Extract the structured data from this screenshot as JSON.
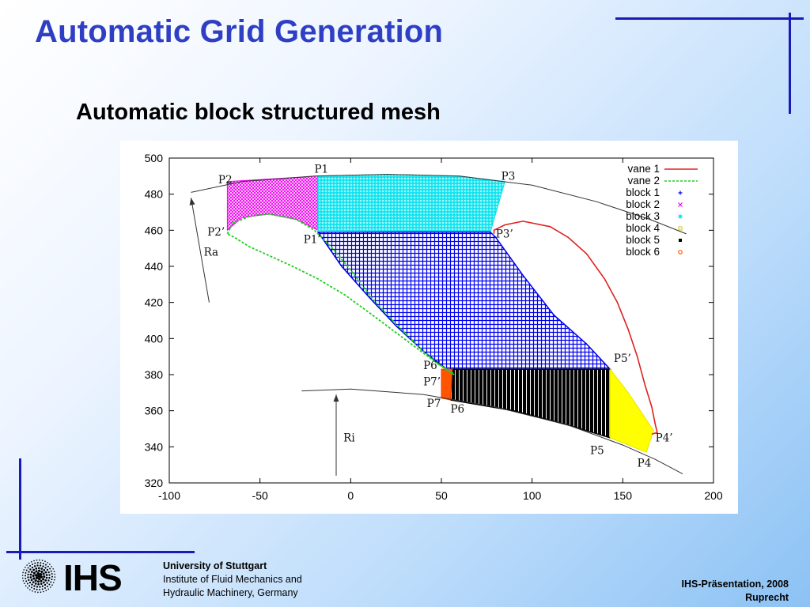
{
  "slide": {
    "title": "Automatic Grid Generation",
    "subtitle": "Automatic block structured mesh",
    "colors": {
      "title": "#2f3fc4",
      "lines": "#1a1ab8"
    }
  },
  "footer": {
    "logo_text": "IHS",
    "university": "University of Stuttgart",
    "institute_line1": "Institute of Fluid Mechanics and",
    "institute_line2": "Hydraulic Machinery, Germany",
    "presentation": "IHS-Präsentation, 2008",
    "author": "Ruprecht"
  },
  "chart_data": {
    "type": "scatter",
    "title": "",
    "xlabel": "",
    "ylabel": "",
    "xlim": [
      -100,
      200
    ],
    "ylim": [
      320,
      500
    ],
    "x_ticks": [
      -100,
      -50,
      0,
      50,
      100,
      150,
      200
    ],
    "y_ticks": [
      320,
      340,
      360,
      380,
      400,
      420,
      440,
      460,
      480,
      500
    ],
    "legend_position": "top-right",
    "grid": false,
    "series": [
      {
        "name": "vane 1",
        "kind": "line",
        "color": "#e02020"
      },
      {
        "name": "vane 2",
        "kind": "dashed-line",
        "color": "#22cc22"
      },
      {
        "name": "block 1",
        "kind": "marker",
        "marker": "+",
        "color": "#0000ee"
      },
      {
        "name": "block 2",
        "kind": "marker",
        "marker": "x",
        "color": "#ee00ee"
      },
      {
        "name": "block 3",
        "kind": "marker",
        "marker": "*",
        "color": "#00e5ee"
      },
      {
        "name": "block 4",
        "kind": "marker",
        "marker": "square-open",
        "color": "#ffff00"
      },
      {
        "name": "block 5",
        "kind": "marker",
        "marker": "square",
        "color": "#000000"
      },
      {
        "name": "block 6",
        "kind": "marker",
        "marker": "circle",
        "color": "#ff5500"
      }
    ],
    "vane1": [
      [
        79,
        458
      ],
      [
        79,
        460
      ],
      [
        85,
        463
      ],
      [
        95,
        465
      ],
      [
        110,
        462
      ],
      [
        120,
        456
      ],
      [
        130,
        447
      ],
      [
        140,
        433
      ],
      [
        147,
        420
      ],
      [
        153,
        405
      ],
      [
        158,
        390
      ],
      [
        162,
        375
      ],
      [
        166,
        362
      ],
      [
        168,
        352
      ],
      [
        169,
        348
      ],
      [
        166,
        347
      ]
    ],
    "vane2": [
      [
        -68,
        458
      ],
      [
        -65,
        464
      ],
      [
        -55,
        468
      ],
      [
        -45,
        469
      ],
      [
        -30,
        466
      ],
      [
        -20,
        460
      ],
      [
        -10,
        450
      ],
      [
        0,
        438
      ],
      [
        12,
        422
      ],
      [
        25,
        408
      ],
      [
        38,
        395
      ],
      [
        48,
        386
      ],
      [
        55,
        382
      ],
      [
        57,
        380
      ],
      [
        51,
        384
      ],
      [
        40,
        392
      ],
      [
        28,
        401
      ],
      [
        12,
        413
      ],
      [
        -3,
        424
      ],
      [
        -18,
        433
      ],
      [
        -32,
        440
      ],
      [
        -45,
        446
      ],
      [
        -56,
        451
      ],
      [
        -64,
        456
      ],
      [
        -68,
        458
      ]
    ],
    "outer_arc": [
      [
        -88,
        481
      ],
      [
        -60,
        487
      ],
      [
        -20,
        490
      ],
      [
        20,
        491
      ],
      [
        60,
        490
      ],
      [
        100,
        485
      ],
      [
        135,
        476
      ],
      [
        165,
        466
      ],
      [
        185,
        458
      ]
    ],
    "inner_arc": [
      [
        -27,
        371
      ],
      [
        0,
        372
      ],
      [
        40,
        369
      ],
      [
        80,
        362
      ],
      [
        120,
        352
      ],
      [
        150,
        341
      ],
      [
        168,
        333
      ],
      [
        183,
        325
      ]
    ],
    "blocks": {
      "block2": [
        [
          -68,
          460
        ],
        [
          -68,
          487
        ],
        [
          -18,
          490
        ],
        [
          -18,
          460
        ],
        [
          -30,
          466
        ],
        [
          -45,
          469
        ],
        [
          -60,
          467
        ]
      ],
      "block3": [
        [
          -18,
          460
        ],
        [
          -18,
          490
        ],
        [
          20,
          491
        ],
        [
          60,
          490
        ],
        [
          85,
          487
        ],
        [
          77,
          459
        ]
      ],
      "block1": [
        [
          -18,
          459
        ],
        [
          77,
          459
        ],
        [
          80,
          456
        ],
        [
          95,
          435
        ],
        [
          112,
          413
        ],
        [
          130,
          397
        ],
        [
          143,
          383
        ],
        [
          53,
          383
        ],
        [
          40,
          393
        ],
        [
          25,
          407
        ],
        [
          10,
          423
        ],
        [
          -5,
          440
        ]
      ],
      "block5": [
        [
          55,
          383
        ],
        [
          143,
          383
        ],
        [
          143,
          345
        ],
        [
          120,
          352
        ],
        [
          90,
          360
        ],
        [
          55,
          366
        ]
      ],
      "block4": [
        [
          143,
          383
        ],
        [
          143,
          345
        ],
        [
          163,
          337
        ],
        [
          167,
          349
        ],
        [
          153,
          370
        ]
      ],
      "block6": [
        [
          50,
          383
        ],
        [
          56,
          383
        ],
        [
          55,
          366
        ],
        [
          50,
          367
        ]
      ]
    },
    "annotations": [
      {
        "text": "P1",
        "x": -20,
        "y": 492
      },
      {
        "text": "P2",
        "x": -73,
        "y": 486
      },
      {
        "text": "P3",
        "x": 83,
        "y": 488
      },
      {
        "text": "P2’",
        "x": -79,
        "y": 457
      },
      {
        "text": "Ra",
        "x": -81,
        "y": 446
      },
      {
        "text": "P1’",
        "x": -26,
        "y": 453
      },
      {
        "text": "P3’",
        "x": 80,
        "y": 456
      },
      {
        "text": "P6’",
        "x": 40,
        "y": 383
      },
      {
        "text": "P7’",
        "x": 40,
        "y": 374
      },
      {
        "text": "P5’",
        "x": 145,
        "y": 387
      },
      {
        "text": "P7",
        "x": 42,
        "y": 362
      },
      {
        "text": "P6",
        "x": 55,
        "y": 359
      },
      {
        "text": "Ri",
        "x": -4,
        "y": 343
      },
      {
        "text": "P4’",
        "x": 168,
        "y": 343
      },
      {
        "text": "P5",
        "x": 132,
        "y": 336
      },
      {
        "text": "P4",
        "x": 158,
        "y": 329
      }
    ],
    "arrows": [
      {
        "from": [
          -78,
          420
        ],
        "to": [
          -88,
          478
        ]
      },
      {
        "from": [
          -8,
          324
        ],
        "to": [
          -8,
          369
        ]
      }
    ]
  }
}
